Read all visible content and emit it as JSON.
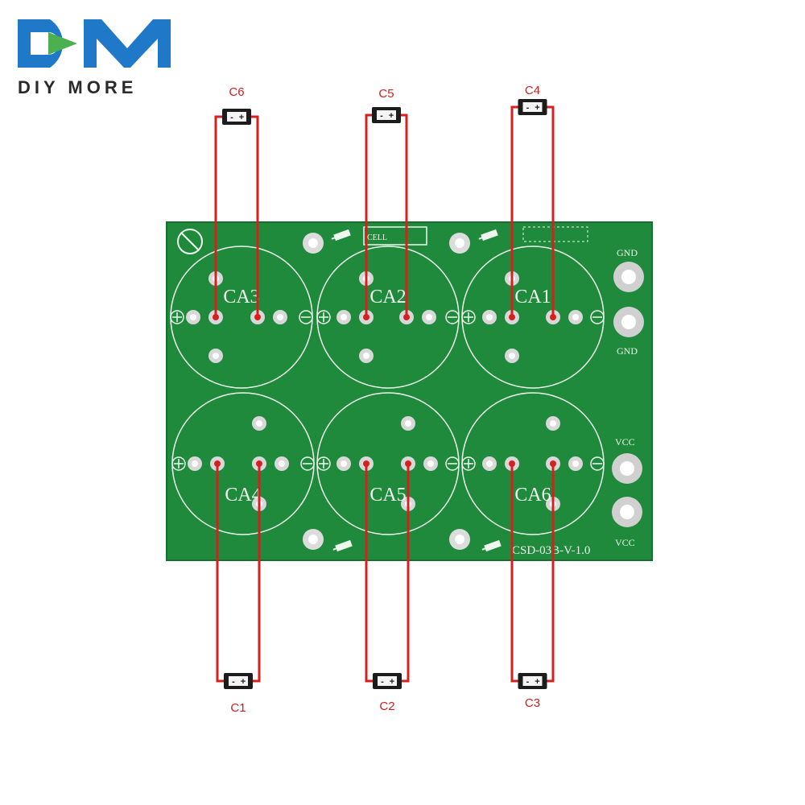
{
  "logo": {
    "mark": "DM",
    "brand": "DIY MORE"
  },
  "board": {
    "silkscreen": {
      "version": "CSD-03B-V-1.0",
      "cell_box": "CELL"
    },
    "capacitors": [
      {
        "label": "CA3"
      },
      {
        "label": "CA2"
      },
      {
        "label": "CA1"
      },
      {
        "label": "CA4"
      },
      {
        "label": "CA5"
      },
      {
        "label": "CA6"
      }
    ],
    "terminals": [
      "GND",
      "GND",
      "VCC",
      "VCC"
    ]
  },
  "components": [
    {
      "label": "C6"
    },
    {
      "label": "C5"
    },
    {
      "label": "C4"
    },
    {
      "label": "C1"
    },
    {
      "label": "C2"
    },
    {
      "label": "C3"
    }
  ],
  "colors": {
    "brand_blue": "#1f78c8",
    "brand_green": "#4caf50",
    "pcb_green": "#1f8a3c",
    "trace_red": "#d62020",
    "silkscreen": "#eef7ee"
  }
}
